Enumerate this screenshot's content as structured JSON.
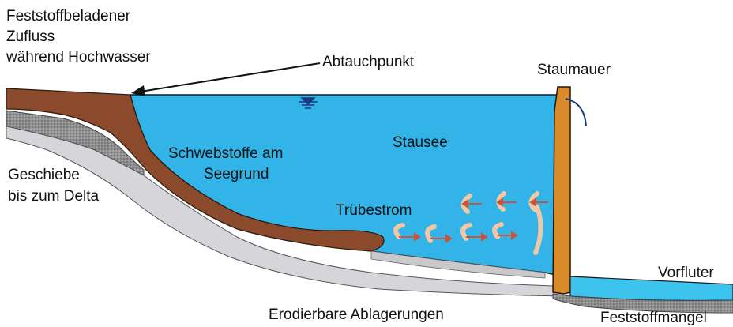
{
  "labels": {
    "inflow_line1": "Feststoffbeladener",
    "inflow_line2": "Zufluss",
    "inflow_line3": "während Hochwasser",
    "plunge_point": "Abtauchpunkt",
    "dam": "Staumauer",
    "reservoir": "Stausee",
    "suspended_line1": "Schwebstoffe am",
    "suspended_line2": "Seegrund",
    "bedload_line1": "Geschiebe",
    "bedload_line2": "bis zum Delta",
    "turbidity_current": "Trübestrom",
    "outflow": "Vorfluter",
    "erodible_deposits": "Erodierbare Ablagerungen",
    "sediment_deficit": "Feststoffmangel"
  },
  "colors": {
    "water": "#33b4e8",
    "water_outline": "#1a1a1a",
    "mud": "#8b4a2b",
    "gravel": "#9a9a9a",
    "deposit": "#d8d8dc",
    "dam": "#d98a2a",
    "turbidity": "#e8b08a",
    "arrow": "#c8553a",
    "outflow_water": "#3cc3ee"
  }
}
